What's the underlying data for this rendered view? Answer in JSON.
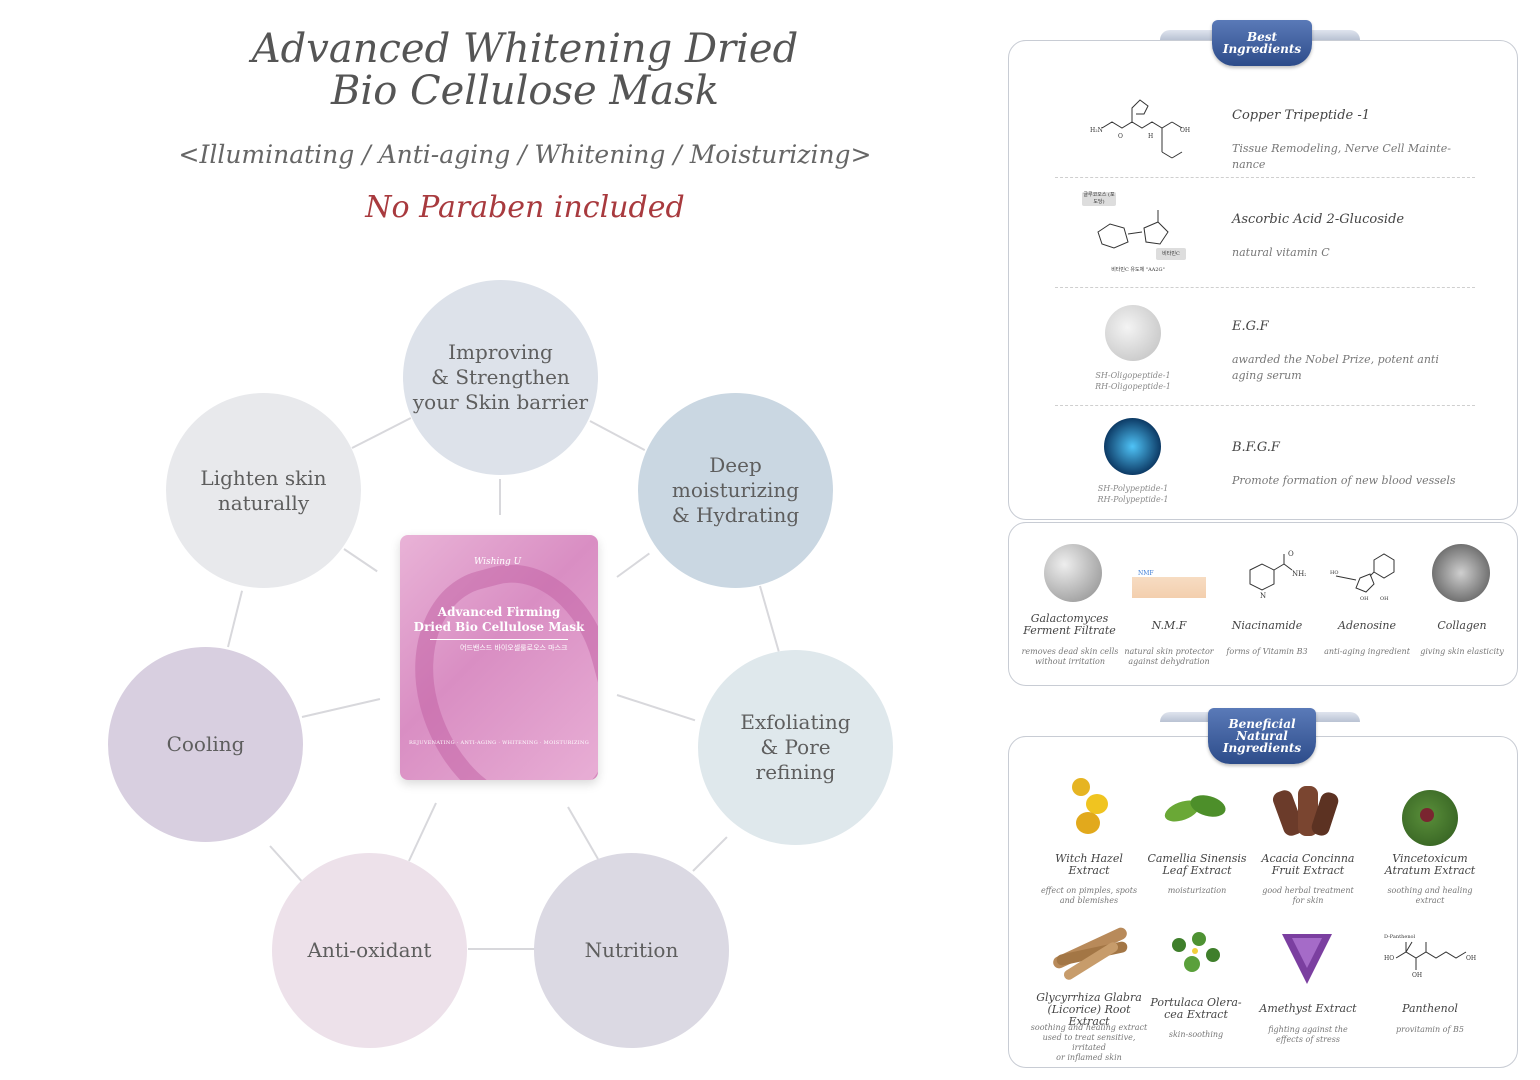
{
  "title_line1": "Advanced Whitening Dried",
  "title_line2": "Bio Cellulose Mask",
  "subtitle": "<Illuminating / Anti-aging / Whitening / Moisturizing>",
  "no_paraben": "No Paraben included",
  "benefits": [
    {
      "l1": "Improving",
      "l2": "& Strengthen",
      "l3": "your Skin barrier"
    },
    {
      "l1": "Deep",
      "l2": "moisturizing",
      "l3": "& Hydrating"
    },
    {
      "l1": "Exfoliating",
      "l2": "& Pore",
      "l3": "refining"
    },
    {
      "l1": "Nutrition"
    },
    {
      "l1": "Anti-oxidant"
    },
    {
      "l1": "Cooling"
    },
    {
      "l1": "Lighten skin",
      "l2": "naturally"
    }
  ],
  "pack": {
    "brand": "Wishing U",
    "title_l1": "Advanced Firming",
    "title_l2": "Dried Bio Cellulose Mask",
    "korean": "어드밴스드 바이오셀룰로오스 마스크",
    "bottom": "REJUVENATING · ANTI-AGING · WHITENING · MOISTURIZING"
  },
  "best_tab": {
    "l1": "Best",
    "l2": "Ingredients"
  },
  "best": [
    {
      "name": "Copper Tripeptide -1",
      "desc1": "Tissue Remodeling, Nerve Cell Mainte-",
      "desc2": "nance"
    },
    {
      "name": "Ascorbic Acid 2-Glucoside",
      "desc1": "natural vitamin C",
      "struct_caption": "비타민C 유도체 \"AA2G\"",
      "box1": "글루코오스 (포도당)",
      "box2": "비타민C"
    },
    {
      "name": "E.G.F",
      "desc1": "awarded the Nobel Prize,  potent anti",
      "desc2": "aging serum",
      "struct1": "SH-Oligopeptide-1",
      "struct2": "RH-Oligopeptide-1"
    },
    {
      "name": "B.F.G.F",
      "desc1": "Promote formation of new blood vessels",
      "struct1": "SH-Polypeptide-1",
      "struct2": "RH-Polypeptide-1"
    }
  ],
  "row5": [
    {
      "name1": "Galactomyces",
      "name2": "Ferment Filtrate",
      "desc1": "removes dead skin cells",
      "desc2": "without irritation"
    },
    {
      "name1": "N.M.F",
      "desc1": "natural skin protector",
      "desc2": "against dehydration",
      "img_label": "NMF"
    },
    {
      "name1": "Niacinamide",
      "desc1": "forms of Vitamin B3"
    },
    {
      "name1": "Adenosine",
      "desc1": "anti-aging ingredient"
    },
    {
      "name1": "Collagen",
      "desc1": "giving skin elasticity"
    }
  ],
  "natural_tab": {
    "l1": "Beneficial",
    "l2": "Natural",
    "l3": "Ingredients"
  },
  "natural": [
    {
      "name1": "Witch Hazel",
      "name2": "Extract",
      "desc1": "effect on pimples, spots",
      "desc2": "and blemishes"
    },
    {
      "name1": "Camellia Sinensis",
      "name2": "Leaf Extract",
      "desc1": "moisturization"
    },
    {
      "name1": "Acacia Concinna",
      "name2": "Fruit Extract",
      "desc1": "good herbal treatment",
      "desc2": "for skin"
    },
    {
      "name1": "Vincetoxicum",
      "name2": "Atratum Extract",
      "desc1": "soothing and healing",
      "desc2": "extract"
    },
    {
      "name1": "Glycyrrhiza Glabra",
      "name2": "(Licorice) Root Extract",
      "desc1": "soothing and healing extract",
      "desc2": "used to treat sensitive, irritated",
      "desc3": "or inflamed skin"
    },
    {
      "name1": "Portulaca Olera-",
      "name2": "cea Extract",
      "desc1": "skin-soothing"
    },
    {
      "name1": "Amethyst Extract",
      "desc1": "fighting against the",
      "desc2": "effects of stress"
    },
    {
      "name1": "Panthenol",
      "desc1": "provitamin of B5",
      "struct_label": "D-Panthenol"
    }
  ]
}
